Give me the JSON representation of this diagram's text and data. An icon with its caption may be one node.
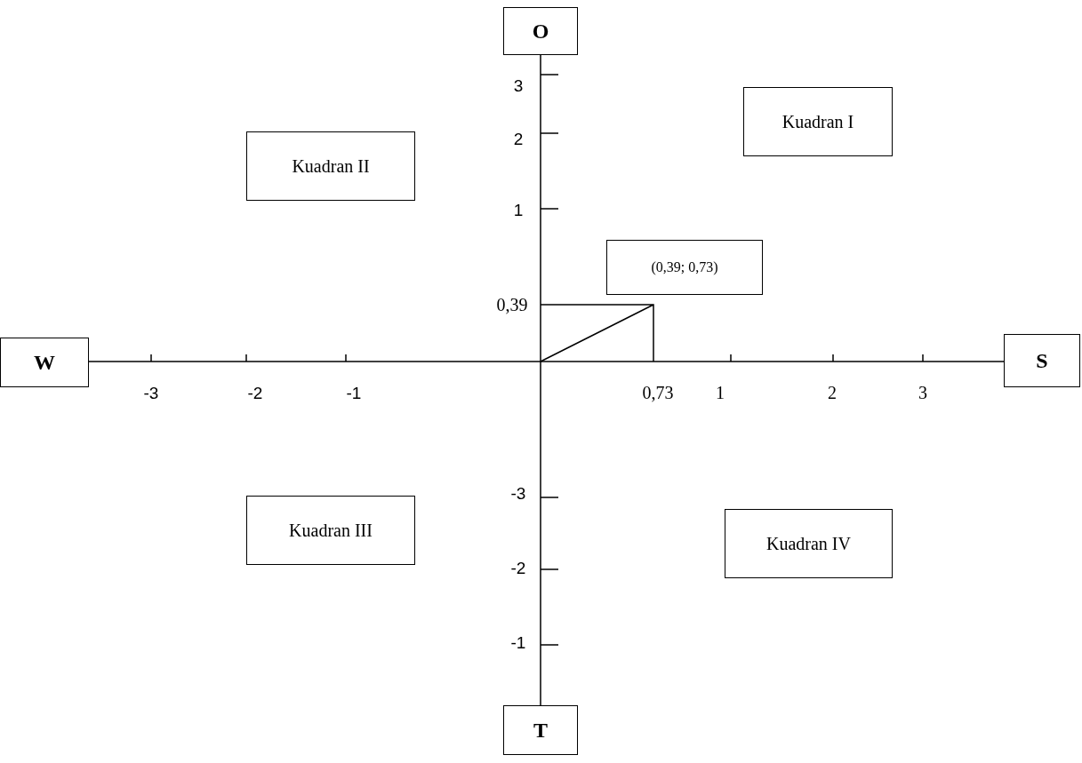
{
  "diagram": {
    "nodes": [
      {
        "text": [
          "O"
        ]
      },
      {
        "text": [
          "W"
        ]
      },
      {
        "text": [
          "S"
        ]
      },
      {
        "text": [
          "Kuadran I"
        ]
      },
      {
        "text": [
          "Kuadran II"
        ]
      },
      {
        "text": [
          "(0,39; 0,73)"
        ]
      },
      {
        "text": [
          "Kuadran III"
        ]
      },
      {
        "text": [
          "Kuadran IV"
        ]
      },
      {
        "text": [
          "T"
        ]
      }
    ],
    "edges": [
      {
        "from": 1,
        "to": 2,
        "arrow": "none"
      },
      {
        "from": 0,
        "to": 8,
        "arrow": "none"
      }
    ],
    "labels": [
      "3",
      "2",
      "1",
      "0,39",
      "-3",
      "-2",
      "-1",
      "0,73",
      "1",
      "2",
      "3",
      "-3",
      "-2",
      "-1"
    ]
  }
}
